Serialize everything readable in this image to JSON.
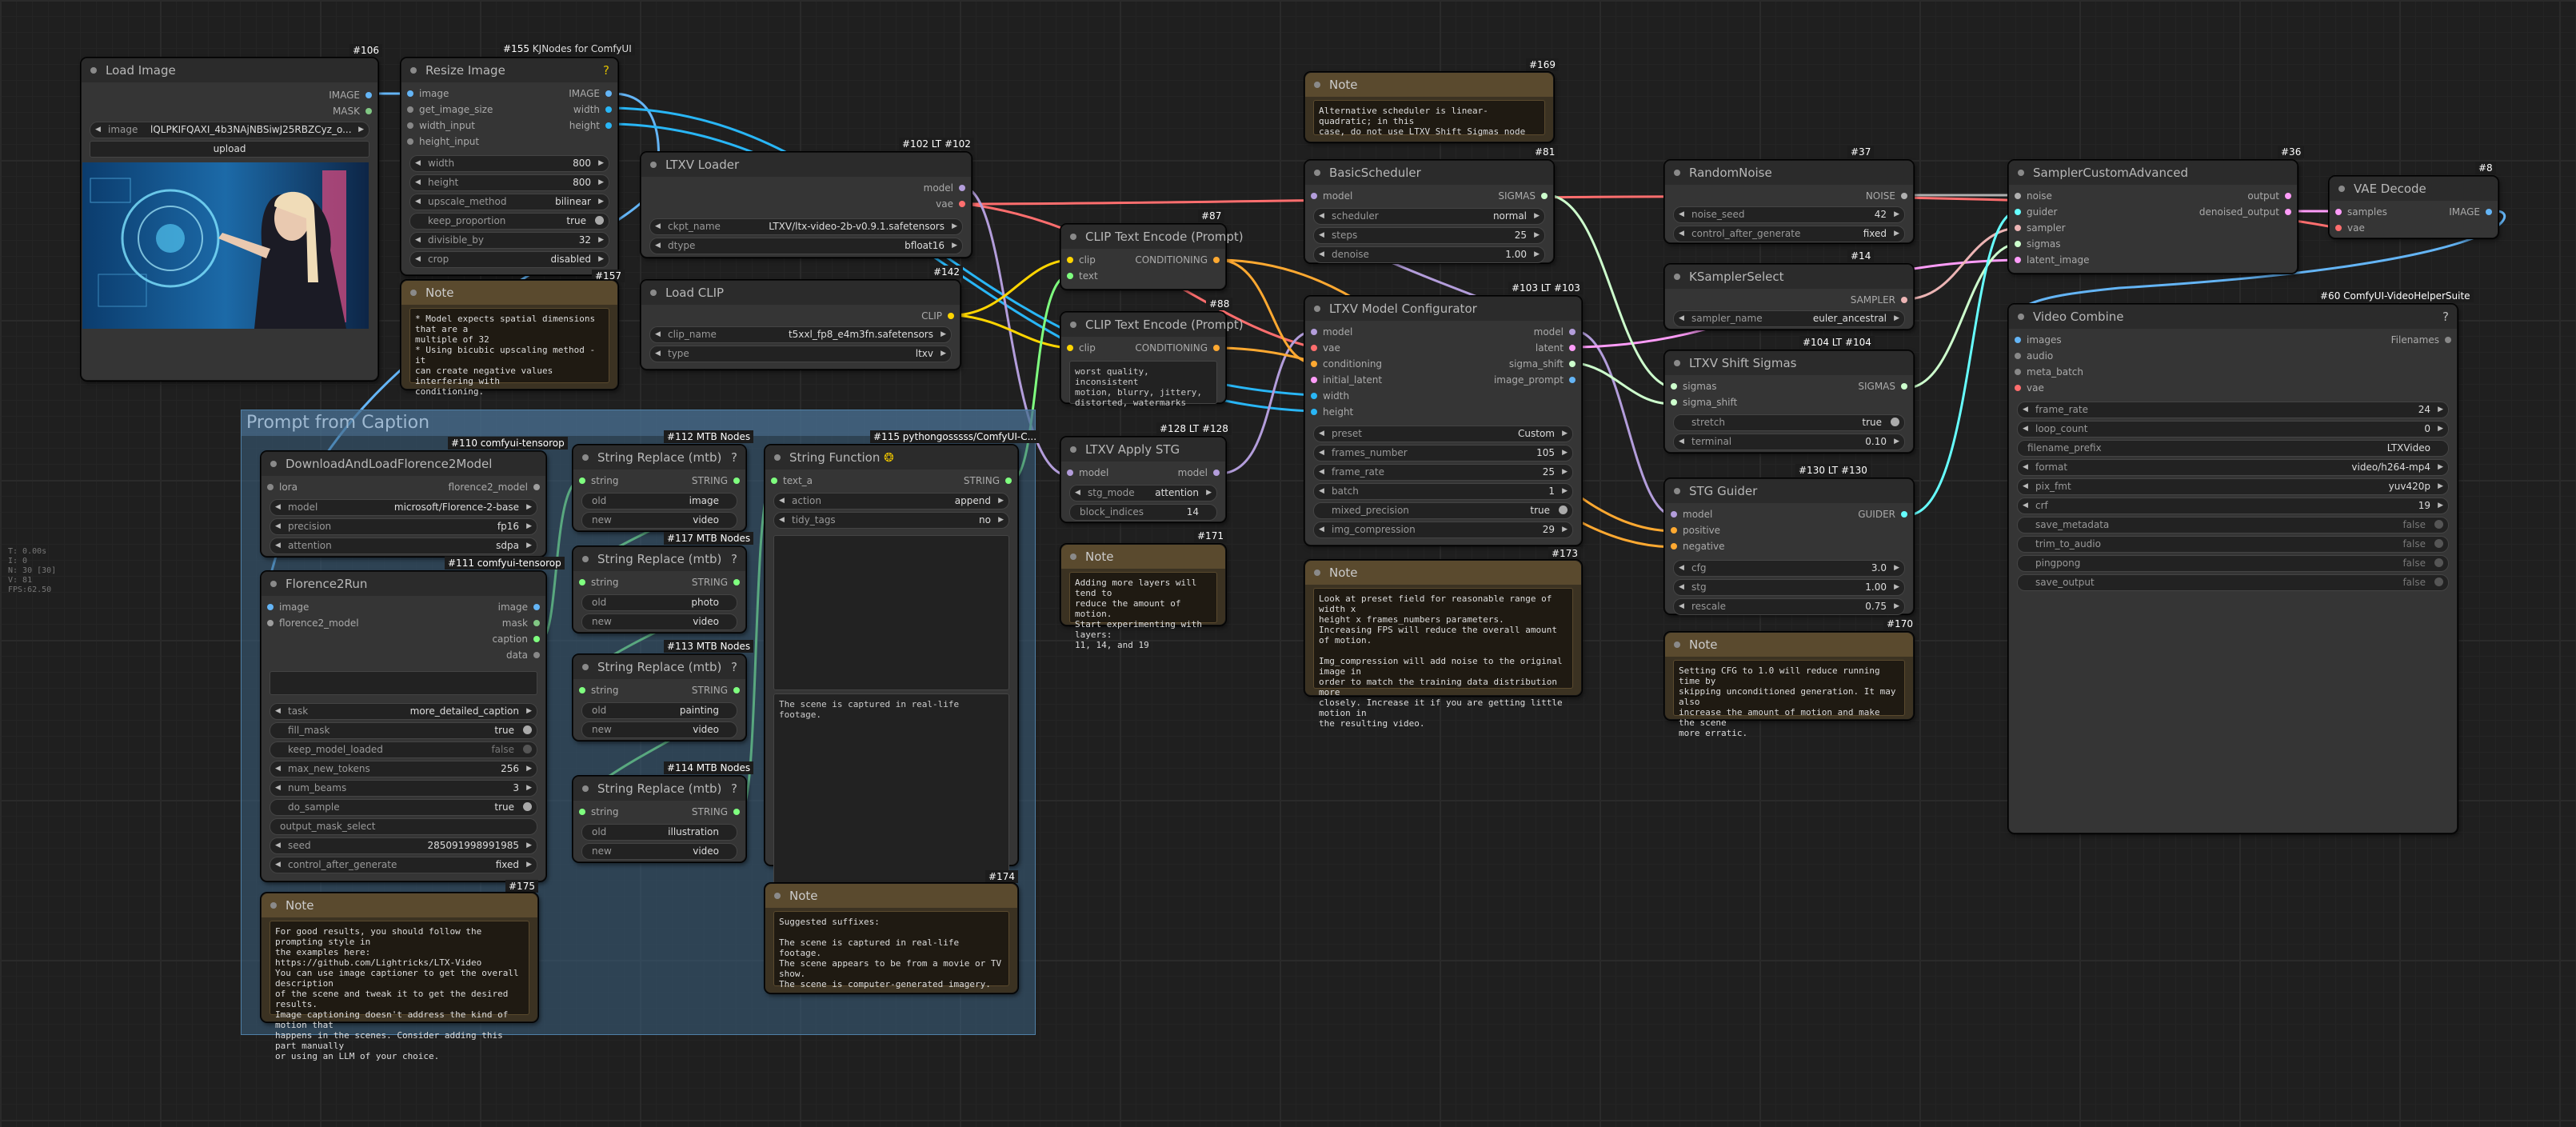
{
  "colors": {
    "image": "#64b5f6",
    "mask": "#81c784",
    "int": "#29b6f6",
    "model": "#b39ddb",
    "vae": "#ff6e6e",
    "clip": "#ffd500",
    "conditioning": "#ffa931",
    "latent": "#ff9cf9",
    "sigmas": "#cdffcd",
    "noise": "#b0b0b0",
    "sampler": "#ecb4b4",
    "guider": "#66ffff",
    "string": "#7fff7f",
    "florence": "#9e9e9e"
  },
  "groups": {
    "prompt": "Prompt from Caption"
  },
  "overlay": [
    "T: 0.00s",
    "I: 0",
    "N: 30 [30]",
    "V: 81",
    "FPS:62.50"
  ],
  "n106": {
    "badge": "#106",
    "title": "Load Image",
    "out_image": "IMAGE",
    "out_mask": "MASK",
    "image_label": "image",
    "image_val": "lQLPKIFQAXI_4b3NAjNBSiwJ25RBZCyz_o...",
    "upload": "upload",
    "icon": "photo-thumbnail"
  },
  "n155": {
    "badge_id": "#155",
    "badge_src": "KJNodes for ComfyUI",
    "title": "Resize Image",
    "help": "?",
    "in_image": "image",
    "in_get": "get_image_size",
    "in_width": "width_input",
    "in_height": "height_input",
    "out_image": "IMAGE",
    "out_width": "width",
    "out_height": "height",
    "width_l": "width",
    "width_v": "800",
    "height_l": "height",
    "height_v": "800",
    "upscale_l": "upscale_method",
    "upscale_v": "bilinear",
    "keep_l": "keep_proportion",
    "keep_v": "true",
    "div_l": "divisible_by",
    "div_v": "32",
    "crop_l": "crop",
    "crop_v": "disabled",
    "foot": "#157"
  },
  "nNote1": {
    "title": "Note",
    "text": "* Model expects spatial dimensions that are a\nmultiple of 32\n* Using bicubic upscaling method - it\ncan create negative values interfering with\nconditioning."
  },
  "n102": {
    "badge": "#102 LT",
    "badge_id": "#102",
    "title": "LTXV Loader",
    "out_model": "model",
    "out_vae": "vae",
    "ckpt_l": "ckpt_name",
    "ckpt_v": "LTXV/ltx-video-2b-v0.9.1.safetensors",
    "dtype_l": "dtype",
    "dtype_v": "bfloat16"
  },
  "n142": {
    "badge": "#142",
    "title": "Load CLIP",
    "out_clip": "CLIP",
    "clipn_l": "clip_name",
    "clipn_v": "t5xxl_fp8_e4m3fn.safetensors",
    "type_l": "type",
    "type_v": "ltxv"
  },
  "n87": {
    "badge": "#87",
    "title": "CLIP Text Encode (Prompt)",
    "in_clip": "clip",
    "in_text": "text",
    "out": "CONDITIONING"
  },
  "n88": {
    "badge": "#88",
    "title": "CLIP Text Encode (Prompt)",
    "in_clip": "clip",
    "out": "CONDITIONING",
    "text": "worst quality, inconsistent\nmotion, blurry, jittery,\ndistorted, watermarks"
  },
  "n128": {
    "badge": "#128 LT",
    "badge_id": "#128",
    "title": "LTXV Apply STG",
    "in_model": "model",
    "out_model": "model",
    "mode_l": "stg_mode",
    "mode_v": "attention",
    "blocks_l": "block_indices",
    "blocks_v": "14"
  },
  "n171": {
    "badge": "#171",
    "title": "Note",
    "text": "Adding more layers will tend to\nreduce the amount of motion.\nStart experimenting with layers:\n11, 14, and 19"
  },
  "n169": {
    "badge": "#169",
    "title": "Note",
    "text": "Alternative scheduler is linear-quadratic; in this\ncase, do not use LTXV Shift Sigmas node"
  },
  "n81": {
    "badge": "#81",
    "title": "BasicScheduler",
    "in_model": "model",
    "out": "SIGMAS",
    "sched_l": "scheduler",
    "sched_v": "normal",
    "steps_l": "steps",
    "steps_v": "25",
    "denoise_l": "denoise",
    "denoise_v": "1.00"
  },
  "n103": {
    "badge": "#103 LT",
    "badge_id": "#103",
    "title": "LTXV Model Configurator",
    "in_model": "model",
    "in_vae": "vae",
    "in_cond": "conditioning",
    "in_init": "initial_latent",
    "in_w": "width",
    "in_h": "height",
    "out_model": "model",
    "out_latent": "latent",
    "out_shift": "sigma_shift",
    "out_prompt": "image_prompt",
    "preset_l": "preset",
    "preset_v": "Custom",
    "frames_l": "frames_number",
    "frames_v": "105",
    "fr_l": "frame_rate",
    "fr_v": "25",
    "batch_l": "batch",
    "batch_v": "1",
    "mixed_l": "mixed_precision",
    "mixed_v": "true",
    "comp_l": "img_compression",
    "comp_v": "29"
  },
  "n173": {
    "badge": "#173",
    "title": "Note",
    "text": "Look at preset field for reasonable range of width x\nheight x frames_numbers parameters.\nIncreasing FPS will reduce the overall amount of motion.\n\nImg_compression will add noise to the original image in\norder to match the training data distribution more\nclosely. Increase it if you are getting little motion in\nthe resulting video."
  },
  "n37": {
    "badge": "#37",
    "title": "RandomNoise",
    "out": "NOISE",
    "seed_l": "noise_seed",
    "seed_v": "42",
    "ctrl_l": "control_after_generate",
    "ctrl_v": "fixed"
  },
  "n14": {
    "badge": "#14",
    "title": "KSamplerSelect",
    "out": "SAMPLER",
    "name_l": "sampler_name",
    "name_v": "euler_ancestral"
  },
  "n104": {
    "badge": "#104 LT",
    "badge_id": "#104",
    "title": "LTXV Shift Sigmas",
    "in_sig": "sigmas",
    "in_shift": "sigma_shift",
    "out": "SIGMAS",
    "str_l": "stretch",
    "str_v": "true",
    "term_l": "terminal",
    "term_v": "0.10"
  },
  "n130": {
    "badge": "#130 LT",
    "badge_id": "#130",
    "title": "STG Guider",
    "in_model": "model",
    "in_pos": "positive",
    "in_neg": "negative",
    "out": "GUIDER",
    "cfg_l": "cfg",
    "cfg_v": "3.0",
    "stg_l": "stg",
    "stg_v": "1.00",
    "rescale_l": "rescale",
    "rescale_v": "0.75"
  },
  "n170": {
    "badge": "#170",
    "title": "Note",
    "text": "Setting CFG to 1.0 will reduce running time by\nskipping unconditioned generation. It may also\nincrease the amount of motion and make the scene\nmore erratic."
  },
  "n36": {
    "badge": "#36",
    "title": "SamplerCustomAdvanced",
    "in_noise": "noise",
    "in_guider": "guider",
    "in_sampler": "sampler",
    "in_sigmas": "sigmas",
    "in_latent": "latent_image",
    "out_out": "output",
    "out_den": "denoised_output"
  },
  "n8": {
    "badge": "#8",
    "title": "VAE Decode",
    "in_samples": "samples",
    "in_vae": "vae",
    "out": "IMAGE"
  },
  "n60": {
    "badge": "#60 ComfyUI-VideoHelperSuite",
    "title": "Video Combine",
    "help": "?",
    "in_images": "images",
    "in_audio": "audio",
    "in_meta": "meta_batch",
    "in_vae": "vae",
    "out": "Filenames",
    "fr_l": "frame_rate",
    "fr_v": "24",
    "loop_l": "loop_count",
    "loop_v": "0",
    "pre_l": "filename_prefix",
    "pre_v": "LTXVideo",
    "fmt_l": "format",
    "fmt_v": "video/h264-mp4",
    "pix_l": "pix_fmt",
    "pix_v": "yuv420p",
    "crf_l": "crf",
    "crf_v": "19",
    "meta_l": "save_metadata",
    "meta_v": "false",
    "trim_l": "trim_to_audio",
    "trim_v": "false",
    "ping_l": "pingpong",
    "ping_v": "false",
    "save_l": "save_output",
    "save_v": "false"
  },
  "n110": {
    "badge": "#110 comfyui-tensorop",
    "title": "DownloadAndLoadFlorence2Model",
    "in_lora": "lora",
    "out": "florence2_model",
    "model_l": "model",
    "model_v": "microsoft/Florence-2-base",
    "prec_l": "precision",
    "prec_v": "fp16",
    "attn_l": "attention",
    "attn_v": "sdpa"
  },
  "n111": {
    "badge": "#111 comfyui-tensorop",
    "title": "Florence2Run",
    "in_image": "image",
    "in_fm": "florence2_model",
    "out_image": "image",
    "out_mask": "mask",
    "out_caption": "caption",
    "out_data": "data",
    "text_input": "",
    "task_l": "task",
    "task_v": "more_detailed_caption",
    "fill_l": "fill_mask",
    "fill_v": "true",
    "keep_l": "keep_model_loaded",
    "keep_v": "false",
    "tok_l": "max_new_tokens",
    "tok_v": "256",
    "beams_l": "num_beams",
    "beams_v": "3",
    "sample_l": "do_sample",
    "sample_v": "true",
    "oms_l": "output_mask_select",
    "oms_v": "",
    "seed_l": "seed",
    "seed_v": "285091998991985",
    "ctrl_l": "control_after_generate",
    "ctrl_v": "fixed",
    "foot": "#175"
  },
  "n175": {
    "title": "Note",
    "text": "For good results, you should follow the prompting style in\nthe examples here: https://github.com/Lightricks/LTX-Video\nYou can use image captioner to get the overall description\nof the scene and tweak it to get the desired results.\nImage captioning doesn't address the kind of motion that\nhappens in the scenes. Consider adding this part manually\nor using an LLM of your choice."
  },
  "n112": {
    "badge": "#112 MTB Nodes",
    "title": "String Replace (mtb)",
    "help": "?",
    "in": "string",
    "out": "STRING",
    "old_l": "old",
    "old_v": "image",
    "new_l": "new",
    "new_v": "video"
  },
  "n117": {
    "badge": "#117 MTB Nodes",
    "title": "String Replace (mtb)",
    "help": "?",
    "in": "string",
    "out": "STRING",
    "old_l": "old",
    "old_v": "photo",
    "new_l": "new",
    "new_v": "video"
  },
  "n113": {
    "badge": "#113 MTB Nodes",
    "title": "String Replace (mtb)",
    "help": "?",
    "in": "string",
    "out": "STRING",
    "old_l": "old",
    "old_v": "painting",
    "new_l": "new",
    "new_v": "video"
  },
  "n114": {
    "badge": "#114 MTB Nodes",
    "title": "String Replace (mtb)",
    "help": "?",
    "in": "string",
    "out": "STRING",
    "old_l": "old",
    "old_v": "illustration",
    "new_l": "new",
    "new_v": "video"
  },
  "n115": {
    "badge": "#115 pythongosssss/ComfyUI-C...",
    "title": "String Function",
    "icon": "snake-icon",
    "in": "text_a",
    "out": "STRING",
    "act_l": "action",
    "act_v": "append",
    "tidy_l": "tidy_tags",
    "tidy_v": "no",
    "text_b": "",
    "text_c": "The scene is captured in real-life footage.",
    "foot": "#174"
  },
  "n174": {
    "title": "Note",
    "text": "Suggested suffixes:\n\nThe scene is captured in real-life footage.\nThe scene appears to be from a movie or TV show.\nThe scene is computer-generated imagery."
  }
}
